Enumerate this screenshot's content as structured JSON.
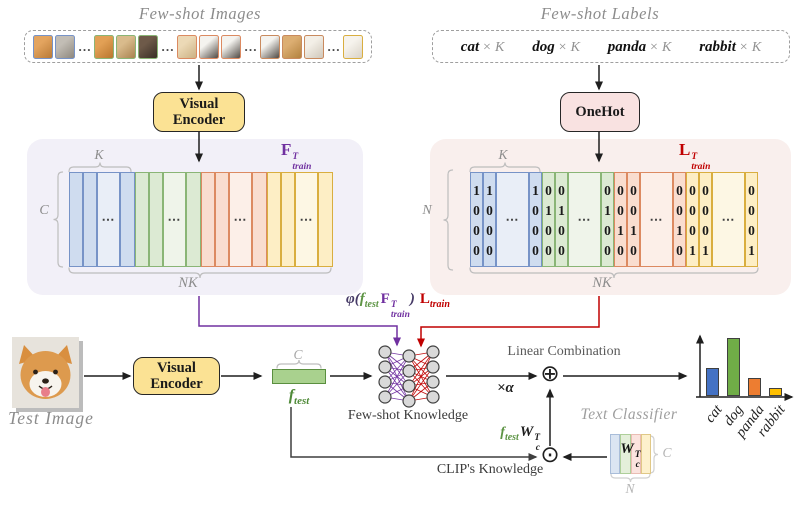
{
  "titles": {
    "few_shot_images": "Few-shot Images",
    "few_shot_labels": "Few-shot Labels",
    "test_image": "Test Image",
    "text_classifier": "Text Classifier",
    "linear_combination": "Linear Combination",
    "few_shot_knowledge": "Few-shot Knowledge",
    "clip_knowledge": "CLIP's Knowledge"
  },
  "boxes": {
    "visual_encoder": "Visual Encoder",
    "onehot": "OneHot"
  },
  "dots_strip": "…",
  "dots_matrix": "⋯",
  "images_strip": {
    "groups": [
      [
        "cat-orange",
        "cat-gray"
      ],
      [
        "dog-shiba",
        "dog-chihuahua",
        "dog-dark"
      ],
      [
        "dog-cream",
        "panda",
        "panda"
      ],
      [
        "panda",
        "cat-tan",
        "ferret-white"
      ],
      [
        "rabbit-white"
      ]
    ]
  },
  "labels_box": {
    "items": [
      {
        "name": "cat",
        "mult": "× K"
      },
      {
        "name": "dog",
        "mult": "× K"
      },
      {
        "name": "panda",
        "mult": "× K"
      },
      {
        "name": "rabbit",
        "mult": "× K"
      }
    ]
  },
  "matrix_F": {
    "label": {
      "main": "F",
      "sup": "T",
      "sub": "train"
    },
    "braces": {
      "top": "K",
      "left": "C",
      "bottom": "NK"
    },
    "groups": [
      {
        "color": "blue"
      },
      {
        "color": "green"
      },
      {
        "color": "orange"
      },
      {
        "color": "yellow"
      }
    ]
  },
  "matrix_L": {
    "label": {
      "main": "L",
      "sup": "T",
      "sub": "train"
    },
    "braces": {
      "top": "K",
      "left": "N",
      "bottom": "NK"
    },
    "groups": [
      {
        "color": "blue",
        "vector": [
          1,
          0,
          0,
          0
        ]
      },
      {
        "color": "green",
        "vector": [
          0,
          1,
          0,
          0
        ]
      },
      {
        "color": "orange",
        "vector": [
          0,
          0,
          1,
          0
        ]
      },
      {
        "color": "yellow",
        "vector": [
          0,
          0,
          0,
          1
        ]
      }
    ]
  },
  "formula": {
    "phi": "φ(",
    "f": "f",
    "f_sub": "test",
    "F": "F",
    "F_sup": "T",
    "F_sub": "train",
    "close": ")",
    "L": "L",
    "L_sub": "train"
  },
  "f_test": {
    "main": "f",
    "sub": "test",
    "dim": "C"
  },
  "operators": {
    "scale": "×α",
    "combine": "⊕",
    "elementwise": "⊙"
  },
  "clip_formula": {
    "f": "f",
    "f_sub": "test",
    "W": "W",
    "W_sub": "c",
    "W_sup": "T"
  },
  "w_matrix": {
    "label": {
      "main": "W",
      "sub": "c",
      "sup": "T"
    },
    "dim_right": "C",
    "dim_bottom": "N"
  },
  "chart_data": {
    "type": "bar",
    "categories": [
      "cat",
      "dog",
      "panda",
      "rabbit"
    ],
    "values": [
      0.47,
      0.97,
      0.3,
      0.13
    ],
    "colors": [
      "#4472c4",
      "#70ad47",
      "#ed7d31",
      "#ffc000"
    ],
    "title": "",
    "xlabel": "",
    "ylabel": "",
    "ylim": [
      0,
      1
    ],
    "legend": false,
    "grid": false
  },
  "colors": {
    "purple": "#7030a0",
    "red": "#c00000",
    "green": "#538135",
    "panel_left": "#f2f0f8",
    "panel_right": "#f9efed",
    "encoder_fill": "#fbe294",
    "onehot_fill": "#f9e2e1"
  }
}
